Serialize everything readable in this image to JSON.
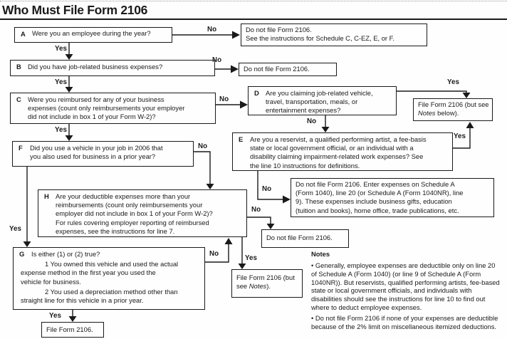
{
  "title": "Who Must File Form 2106",
  "labels": {
    "yes": "Yes",
    "no": "No"
  },
  "boxes": {
    "a": {
      "letter": "A",
      "lines": [
        "Were you an employee during the year?"
      ]
    },
    "no_a": {
      "lines": [
        "Do not file Form 2106.",
        "See the instructions for Schedule C, C-EZ, E, or F."
      ]
    },
    "b": {
      "letter": "B",
      "lines": [
        "Did you have job-related business expenses?"
      ]
    },
    "no_b": {
      "lines": [
        "Do not file Form 2106."
      ]
    },
    "c": {
      "letter": "C",
      "lines": [
        "Were you reimbursed for any of your business",
        "expenses (count only reimbursements your employer",
        "did not include in box 1 of your Form W-2)?"
      ]
    },
    "d": {
      "letter": "D",
      "lines": [
        "Are you claiming job-related vehicle,",
        "travel, transportation, meals, or",
        "entertainment expenses?"
      ]
    },
    "file_notes_below": {
      "pre": "File Form 2106 (but see ",
      "italic": "Notes",
      "post": " below)."
    },
    "e": {
      "letter": "E",
      "lines": [
        "Are you a reservist, a qualified performing artist, a fee-basis",
        "state or local government official, or an individual with a",
        "disability claiming impairment-related work expenses? See",
        "the line 10 instructions for definitions."
      ]
    },
    "f": {
      "letter": "F",
      "lines": [
        "Did you use a vehicle in your job in 2006 that",
        "you also used for business in a prior year?"
      ]
    },
    "h": {
      "letter": "H",
      "lines": [
        "Are your deductible expenses more than your",
        "reimbursements (count only reimbursements your",
        "employer did not include in box 1 of your Form W-2)?",
        "For rules covering employer reporting of reimbursed",
        "expenses, see the instructions for line 7."
      ]
    },
    "schedule_a": {
      "lines": [
        "Do not file Form 2106. Enter expenses on Schedule A",
        "(Form 1040), line 20 (or Schedule A (Form 1040NR), line",
        "9). These expenses include business gifts, education",
        "(tuition and books), home office, trade publications, etc."
      ]
    },
    "do_not_file": {
      "lines": [
        "Do not file Form 2106."
      ]
    },
    "g": {
      "letter": "G",
      "lines": [
        "Is either (1) or (2) true?",
        "1 You owned this vehicle and used the actual",
        "expense method in the first year you used the",
        "vehicle for business.",
        "2 You used a depreciation method other than",
        "straight line for this vehicle in a prior year."
      ]
    },
    "file_notes": {
      "pre": "File Form 2106 (but see ",
      "italic": "Notes",
      "post": ")."
    },
    "file": {
      "lines": [
        "File Form 2106."
      ]
    }
  },
  "notes": {
    "heading": "Notes",
    "bullets": [
      "• Generally, employee expenses are deductible only on line 20 of Schedule A (Form 1040) (or line 9 of Schedule A (Form 1040NR)). But reservists, qualified performing artists, fee-based state or local government officials, and individuals with disabilities should see the instructions for line 10 to find out where to deduct employee expenses.",
      "• Do not file Form 2106 if none of your expenses are deductible because of the 2% limit on miscellaneous itemized deductions."
    ]
  }
}
